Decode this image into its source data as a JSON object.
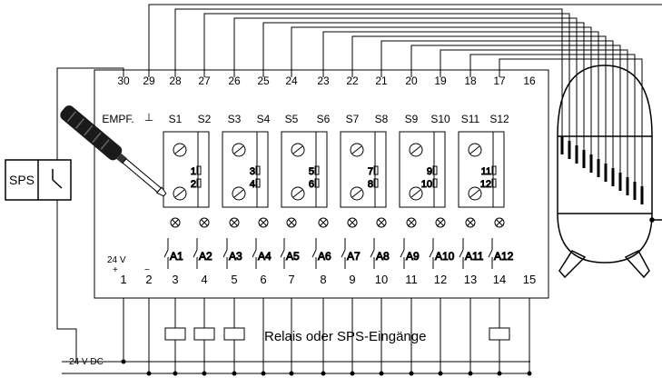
{
  "top_terminals": [
    "30",
    "29",
    "28",
    "27",
    "26",
    "25",
    "24",
    "23",
    "22",
    "21",
    "20",
    "19",
    "18",
    "17",
    "16"
  ],
  "signal_labels": [
    "EMPF.",
    "⊥",
    "S1",
    "S2",
    "S3",
    "S4",
    "S5",
    "S6",
    "S7",
    "S8",
    "S9",
    "S10",
    "S11",
    "S12"
  ],
  "module_channels": [
    [
      "1",
      "2"
    ],
    [
      "3",
      "4"
    ],
    [
      "5",
      "6"
    ],
    [
      "7",
      "8"
    ],
    [
      "9",
      "10"
    ],
    [
      "11",
      "12"
    ]
  ],
  "bottom_terminals": [
    "1",
    "2",
    "3",
    "4",
    "5",
    "6",
    "7",
    "8",
    "9",
    "10",
    "11",
    "12",
    "13",
    "14",
    "15"
  ],
  "contact_labels": [
    "A1",
    "A2",
    "A3",
    "A4",
    "A5",
    "A6",
    "A7",
    "A8",
    "A9",
    "A10",
    "A11",
    "A12"
  ],
  "supply_label": "24 V",
  "supply_plus": "+",
  "supply_minus": "−",
  "dc_label": "24 V DC",
  "sps_label": "SPS",
  "relay_caption": "Relais oder SPS-Eingänge"
}
